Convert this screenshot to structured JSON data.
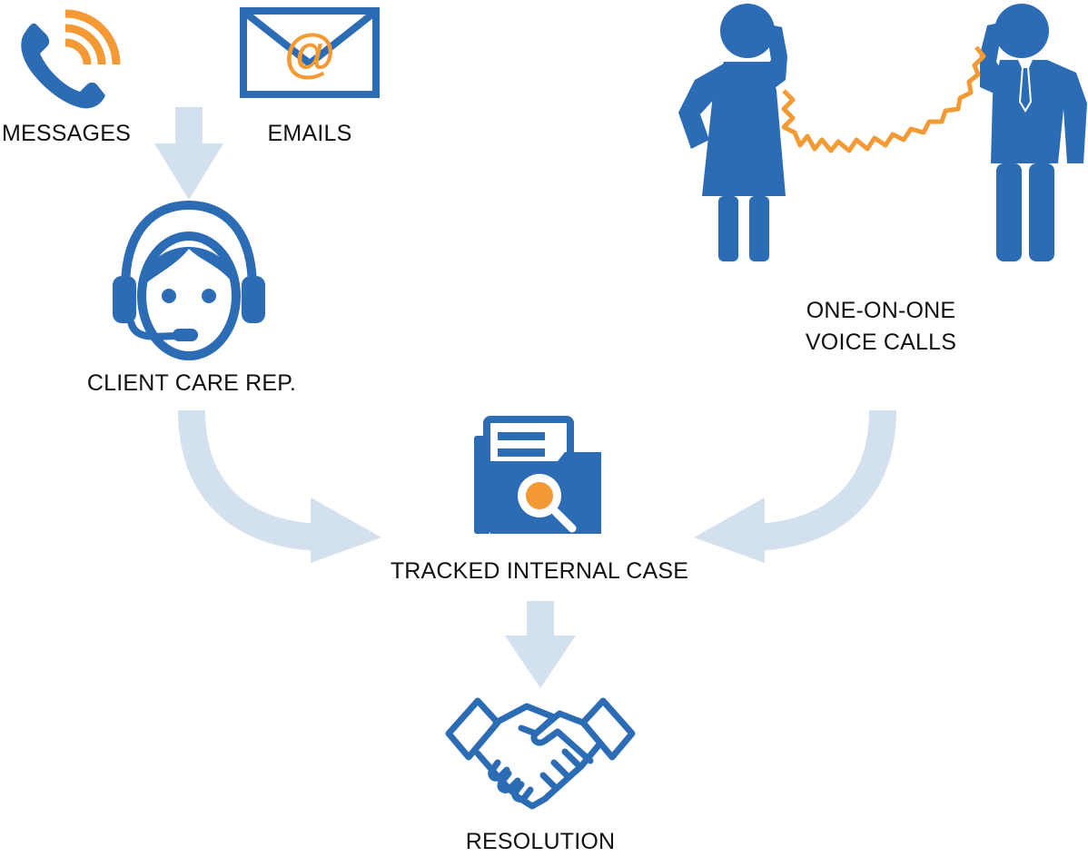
{
  "colors": {
    "primary_blue": "#2b6cb5",
    "accent_orange": "#f39a35",
    "arrow_light": "#d3e0ee",
    "text": "#111111"
  },
  "nodes": {
    "messages": {
      "label": "MESSAGES",
      "icon": "phone-signal-icon"
    },
    "emails": {
      "label": "EMAILS",
      "icon": "envelope-at-icon"
    },
    "voice_calls": {
      "label_line1": "ONE-ON-ONE",
      "label_line2": "VOICE CALLS",
      "icon": "two-people-on-phone-icon"
    },
    "client_care": {
      "label": "CLIENT CARE REP.",
      "icon": "headset-agent-icon"
    },
    "tracked_case": {
      "label": "TRACKED INTERNAL CASE",
      "icon": "folder-search-icon"
    },
    "resolution": {
      "label": "RESOLUTION",
      "icon": "handshake-icon"
    }
  },
  "edges": [
    {
      "from": "messages+emails",
      "to": "client_care"
    },
    {
      "from": "client_care",
      "to": "tracked_case"
    },
    {
      "from": "voice_calls",
      "to": "tracked_case"
    },
    {
      "from": "tracked_case",
      "to": "resolution"
    }
  ]
}
